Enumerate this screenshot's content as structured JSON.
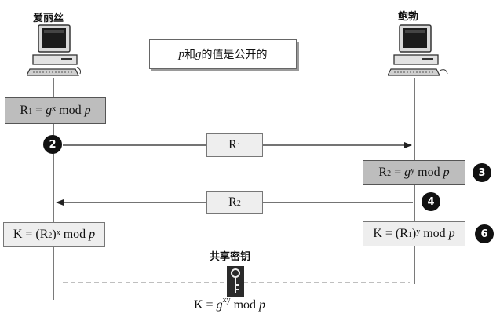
{
  "parties": {
    "left_name": "爱丽丝",
    "right_name": "鲍勃"
  },
  "public_note": {
    "p_var": "p",
    "and_text": " 和 ",
    "g_var": "g",
    "rest_text": "的值是公开的"
  },
  "steps": {
    "left_compute": {
      "lhs": "R",
      "sub": "1",
      "eq": " = ",
      "base": "g",
      "exp": "x",
      "tail": " mod ",
      "mod": "p"
    },
    "msg1": {
      "label": "R",
      "sub": "1",
      "badge": "2"
    },
    "right_compute": {
      "lhs": "R",
      "sub": "2",
      "eq": " = ",
      "base": "g",
      "exp": "y",
      "tail": " mod ",
      "mod": "p",
      "badge": "3"
    },
    "msg2": {
      "label": "R",
      "sub": "2",
      "badge": "4"
    },
    "left_key": {
      "lhs": "K = (R",
      "sub": "2",
      "close": ")",
      "exp": "x",
      "tail": " mod ",
      "mod": "p"
    },
    "right_key": {
      "lhs": "K = (R",
      "sub": "1",
      "close": ")",
      "exp": "y",
      "tail": " mod ",
      "mod": "p",
      "badge": "6"
    }
  },
  "shared": {
    "title": "共享密钥",
    "formula_lhs": "K = ",
    "base": "g",
    "exp": "xy",
    "tail": " mod ",
    "mod": "p"
  },
  "colors": {
    "box_gray": "#bdbdbd",
    "box_light": "#eeeeee",
    "line": "#333333",
    "badge": "#111111"
  }
}
